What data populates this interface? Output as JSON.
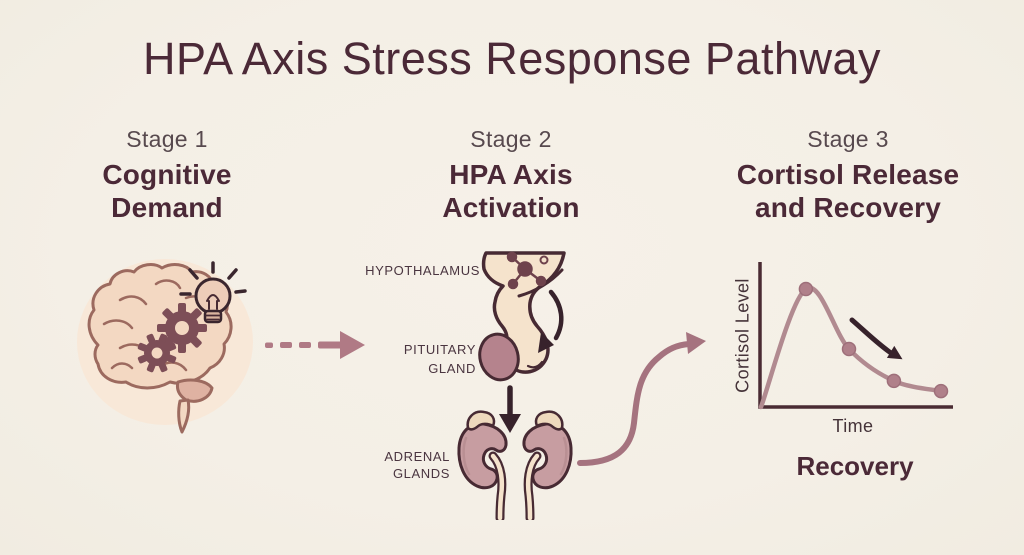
{
  "title": "HPA Axis Stress Response Pathway",
  "stages": [
    {
      "label": "Stage 1",
      "title_line1": "Cognitive",
      "title_line2": "Demand"
    },
    {
      "label": "Stage 2",
      "title_line1": "HPA Axis",
      "title_line2": "Activation",
      "organ_labels": {
        "hypothalamus": "HYPOTHALAMUS",
        "pituitary_line1": "PITUITARY",
        "pituitary_line2": "GLAND",
        "adrenal_line1": "ADRENAL",
        "adrenal_line2": "GLANDS"
      }
    },
    {
      "label": "Stage 3",
      "title_line1": "Cortisol Release",
      "title_line2": "and Recovery",
      "caption": "Recovery"
    }
  ],
  "chart_data": {
    "type": "line",
    "title": "",
    "xlabel": "Time",
    "ylabel": "Cortisol Level",
    "x_range": [
      0,
      1
    ],
    "y_range": [
      0,
      1
    ],
    "points_norm": [
      [
        0.005,
        0.0
      ],
      [
        0.238,
        0.814
      ],
      [
        0.461,
        0.4
      ],
      [
        0.694,
        0.18
      ],
      [
        0.938,
        0.11
      ]
    ],
    "marker_indices": [
      1,
      2,
      3,
      4
    ],
    "grid": false,
    "tick_labels": "none",
    "annotation": "dark downward-curving arrow over the declining portion of the curve"
  },
  "icons": [
    "brain-illustration",
    "gear-icon",
    "lightbulb-icon",
    "molecule-icon",
    "dashed-arrow-icon",
    "curved-down-arrow-icon",
    "down-arrow-icon",
    "kidney-adrenal-illustration",
    "s-curve-arrow-icon",
    "declining-arrow-icon"
  ],
  "colors": {
    "background": "#f4efe6",
    "heading": "#4b2937",
    "stage_label": "#57494e",
    "organ_label": "#4a3540",
    "illustration_outline": "#472a33",
    "cream_fill": "#f5e3cc",
    "mauve_fill": "#b5838d",
    "kidney_fill": "#c79da1",
    "arrow_mauve": "#b07a85",
    "arrow_dark": "#37222b",
    "chart_line": "#b18a90",
    "chart_dot": "#b0808a",
    "axis": "#4a2b33"
  }
}
